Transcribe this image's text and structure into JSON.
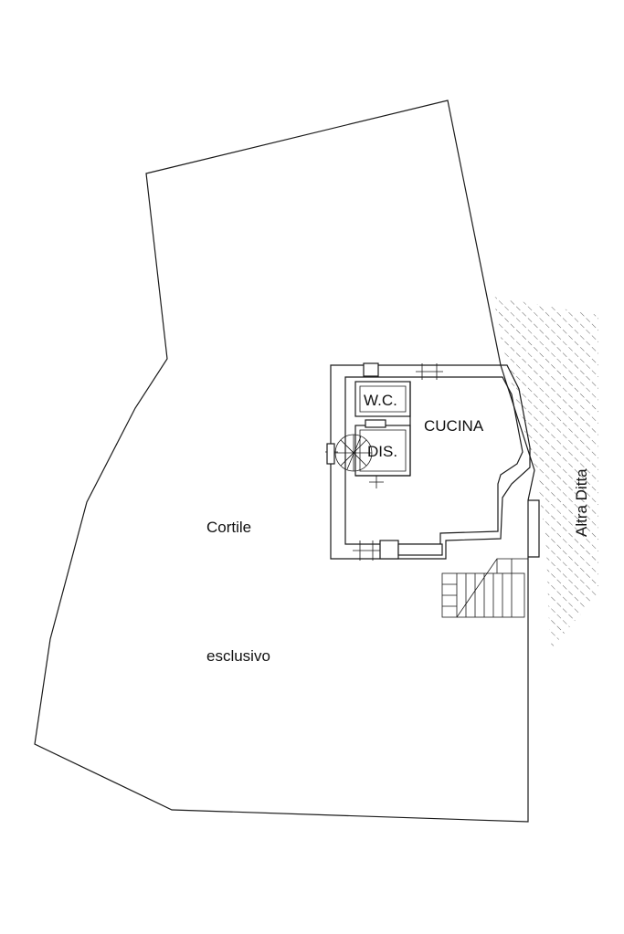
{
  "labels": {
    "wc": "W.C.",
    "cucina": "CUCINA",
    "dis": "DIS.",
    "cortile": "Cortile",
    "esclusivo": "esclusivo",
    "altra_ditta": "Altra Ditta"
  },
  "colors": {
    "line": "#1a1a1a",
    "hatch": "#555555",
    "background": "#ffffff"
  }
}
